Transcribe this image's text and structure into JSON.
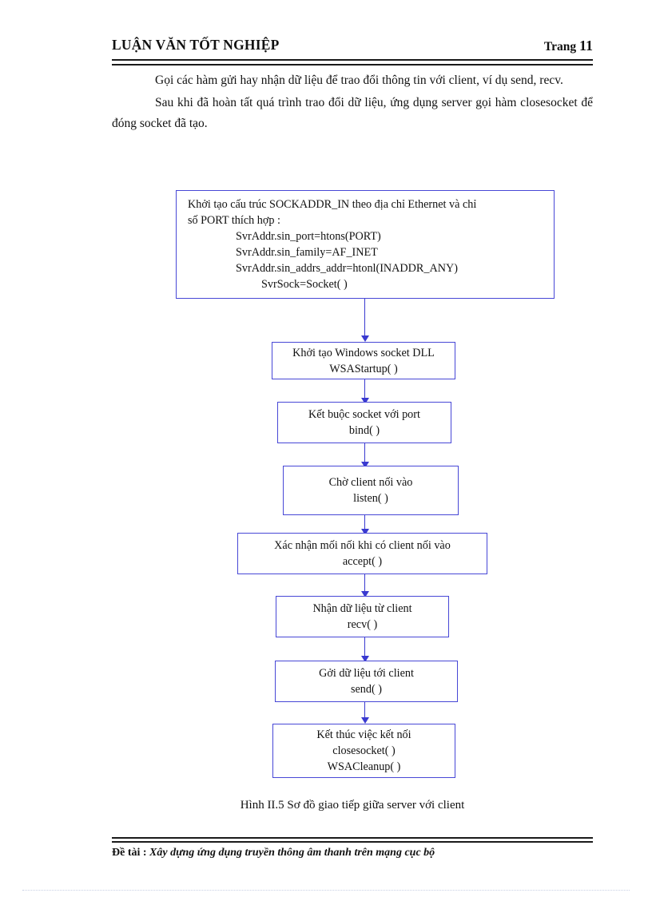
{
  "header": {
    "title": "LUẬN VĂN TỐT NGHIỆP",
    "page_label": "Trang",
    "page_number": "11"
  },
  "body": {
    "paragraph_1": "Gọi các hàm gửi hay nhận dữ liệu để trao đổi thông tin với client, ví dụ send, recv.",
    "paragraph_2": "Sau khi đã hoàn tất quá trình trao đổi dữ liệu, ứng dụng server gọi hàm closesocket để đóng socket đã tạo."
  },
  "flowchart": {
    "type": "flowchart",
    "caption": "Hình II.5 Sơ đồ giao tiếp giữa server với client",
    "border_color": "#4747d6",
    "arrow_color": "#3a3ad0",
    "nodes": [
      {
        "id": "init-sockaddr",
        "lines": [
          "Khởi tạo cấu trúc SOCKADDR_IN theo địa chỉ Ethernet và chỉ",
          "số PORT thích hợp :",
          "SvrAddr.sin_port=htons(PORT)",
          "SvrAddr.sin_family=AF_INET",
          "SvrAddr.sin_addrs_addr=htonl(INADDR_ANY)",
          "SvrSock=Socket( )"
        ]
      },
      {
        "id": "wsastartup",
        "lines": [
          "Khởi tạo Windows socket DLL",
          "WSAStartup( )"
        ]
      },
      {
        "id": "bind",
        "lines": [
          "Kết buộc socket với port",
          "bind( )"
        ]
      },
      {
        "id": "listen",
        "lines": [
          "Chờ client nối vào",
          "listen( )"
        ]
      },
      {
        "id": "accept",
        "lines": [
          "Xác nhận mối nối khi có client nối vào",
          "accept( )"
        ]
      },
      {
        "id": "recv",
        "lines": [
          "Nhận dữ liệu từ client",
          "recv( )"
        ]
      },
      {
        "id": "send",
        "lines": [
          "Gởi dữ liệu tới client",
          "send( )"
        ]
      },
      {
        "id": "closesocket",
        "lines": [
          "Kết thúc việc kết nối",
          "closesocket( )",
          "WSACleanup( )"
        ]
      }
    ]
  },
  "footer": {
    "label": "Đề tài :",
    "topic": "Xây dựng ứng dụng truyền thông âm thanh trên mạng cục bộ"
  }
}
